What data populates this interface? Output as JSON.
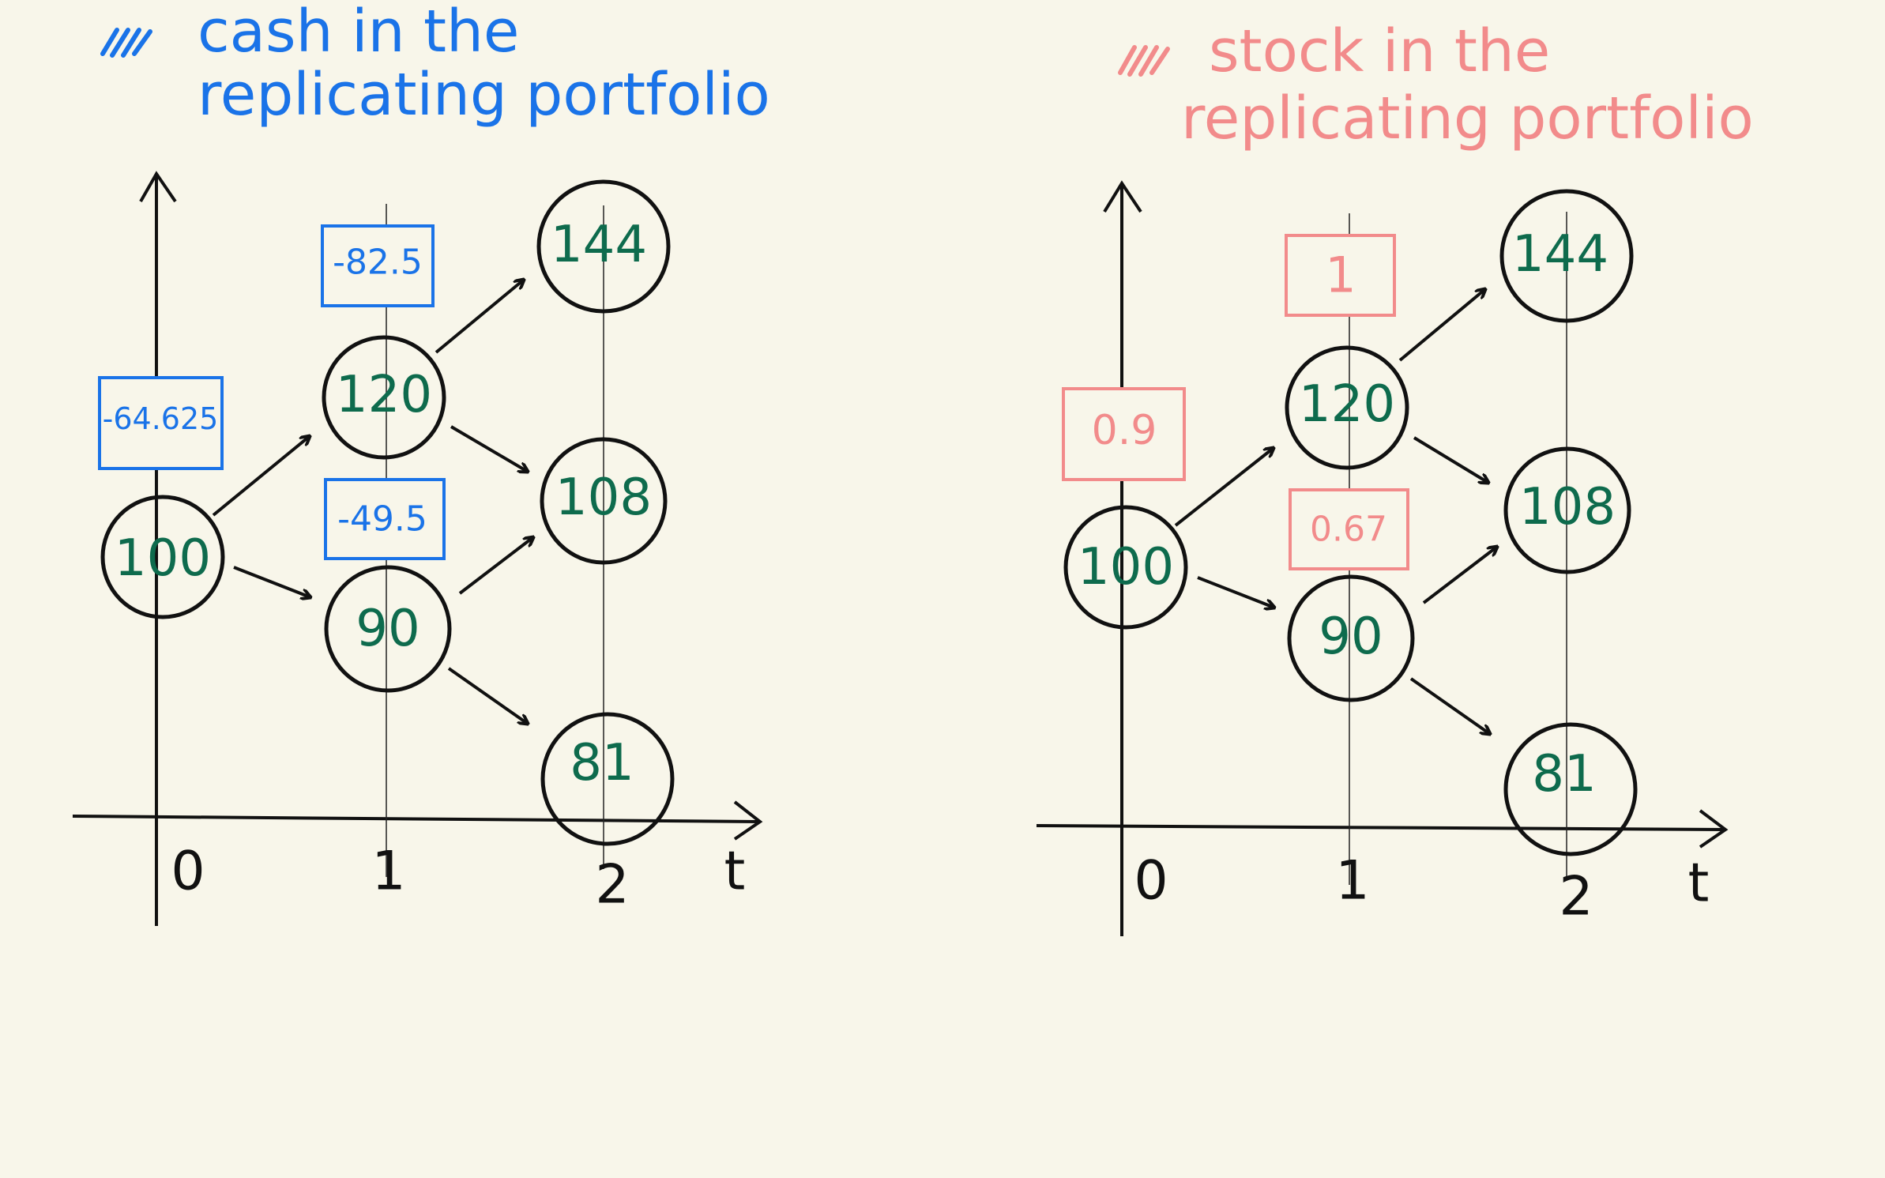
{
  "colors": {
    "background": "#f8f6ea",
    "cash_accent": "#1a73e8",
    "stock_accent": "#f28b8b",
    "node_text": "#0e6b4d",
    "ink": "#111111"
  },
  "left_panel": {
    "title_line1": "cash in the",
    "title_line2": "replicating portfolio",
    "title_mark_icon": "hatch-mark-icon",
    "x_axis_label": "t",
    "x_ticks": [
      "0",
      "1",
      "2"
    ],
    "nodes": {
      "t0": "100",
      "t1_up": "120",
      "t1_down": "90",
      "t2_upup": "144",
      "t2_mid": "108",
      "t2_downdown": "81"
    },
    "boxes": {
      "t0": "-64.625",
      "t1_up": "-82.5",
      "t1_down": "-49.5"
    }
  },
  "right_panel": {
    "title_line1": "stock in the",
    "title_line2": "replicating portfolio",
    "title_mark_icon": "hatch-mark-icon",
    "x_axis_label": "t",
    "x_ticks": [
      "0",
      "1",
      "2"
    ],
    "nodes": {
      "t0": "100",
      "t1_up": "120",
      "t1_down": "90",
      "t2_upup": "144",
      "t2_mid": "108",
      "t2_downdown": "81"
    },
    "boxes": {
      "t0": "0.9",
      "t1_up": "1",
      "t1_down": "0.67"
    }
  }
}
